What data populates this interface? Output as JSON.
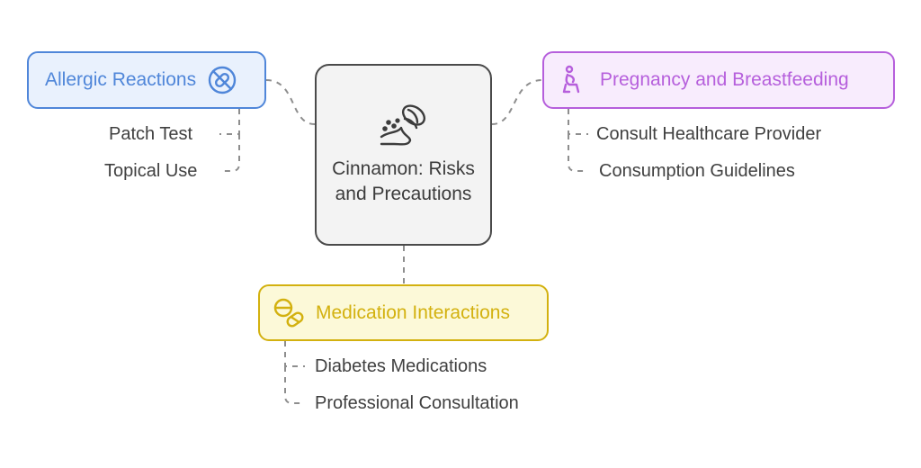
{
  "center": {
    "title": "Cinnamon: Risks and Precautions",
    "icon": "cinnamon-icon"
  },
  "branches": {
    "allergic": {
      "label": "Allergic Reactions",
      "icon": "no-pill-icon",
      "color": "#4f86d9",
      "fill": "#e9f1fd",
      "items": [
        "Patch Test",
        "Topical Use"
      ]
    },
    "pregnancy": {
      "label": "Pregnancy and Breastfeeding",
      "icon": "pregnant-person-icon",
      "color": "#b65fdc",
      "fill": "#f8ecfd",
      "items": [
        "Consult Healthcare Provider",
        "Consumption Guidelines"
      ]
    },
    "medication": {
      "label": "Medication Interactions",
      "icon": "pills-icon",
      "color": "#d3b10f",
      "fill": "#fcf9d8",
      "items": [
        "Diabetes Medications",
        "Professional Consultation"
      ]
    }
  }
}
